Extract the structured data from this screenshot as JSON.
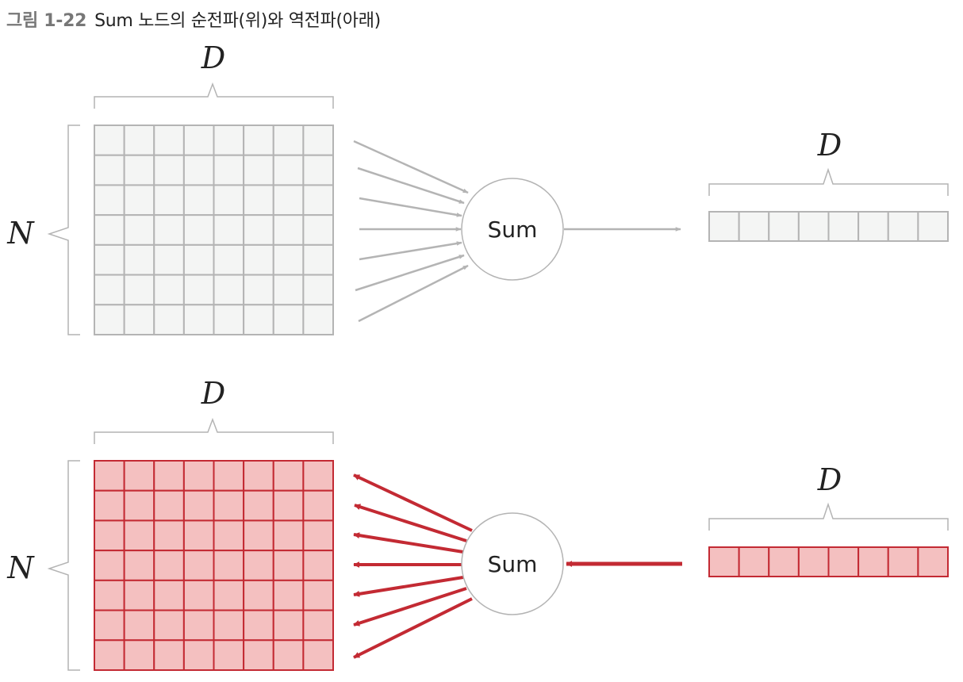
{
  "title": {
    "number": "그림 1-22",
    "text": "Sum 노드의 순전파(위)와 역전파(아래)"
  },
  "labels": {
    "rows": "N",
    "cols": "D"
  },
  "node": {
    "label": "Sum"
  },
  "colors": {
    "forward_cell": "#f4f5f4",
    "forward_line": "#b4b4b4",
    "forward_arrow": "#b4b4b4",
    "backward_cell": "#f4c0c0",
    "backward_line": "#c32a33",
    "backward_arrow": "#c32a33",
    "bracket": "#b4b4b4",
    "text": "#222222"
  },
  "forward": {
    "input": {
      "rows_label": "N",
      "cols_label": "D",
      "grid_rows": 7,
      "grid_cols": 8
    },
    "node": "Sum",
    "output": {
      "cols_label": "D",
      "grid_cols": 8
    }
  },
  "backward": {
    "input": {
      "rows_label": "N",
      "cols_label": "D",
      "grid_rows": 7,
      "grid_cols": 8
    },
    "node": "Sum",
    "output": {
      "cols_label": "D",
      "grid_cols": 8
    }
  }
}
